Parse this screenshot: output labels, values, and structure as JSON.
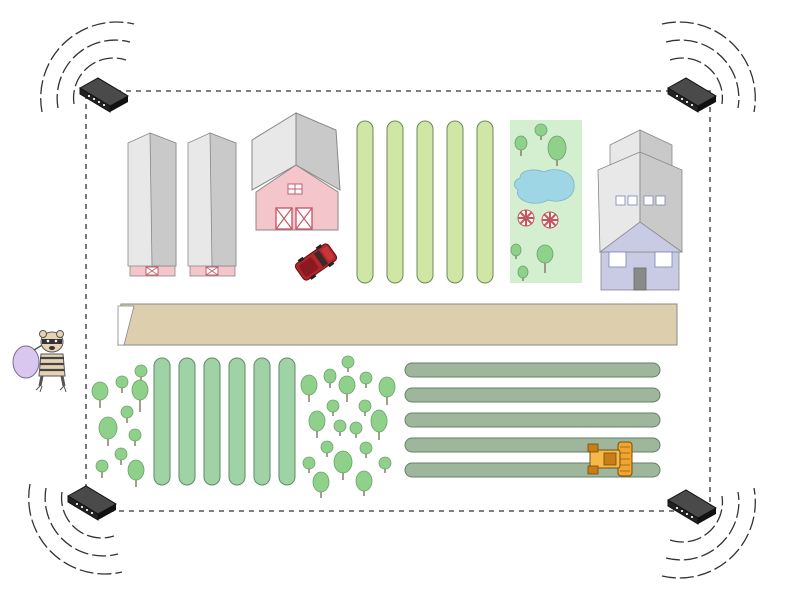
{
  "colors": {
    "background": "#ffffff",
    "fence": "#555555",
    "sensor_body": "#222222",
    "sensor_signal": "#333333",
    "roof_light": "#e8e8e8",
    "roof_dark": "#c9c9c9",
    "barn_wall": "#f4c6cc",
    "barn_door": "#c85a68",
    "crop_light": "#cfe6a5",
    "crop_green": "#9fd3a6",
    "crop_sage": "#9eb79c",
    "tree": "#8fd08a",
    "trunk": "#8a7a6a",
    "pond": "#9fd6e6",
    "park": "#d4efcf",
    "road": "#ddcfae",
    "house_wall": "#c9cbe4",
    "truck": "#b3242b",
    "tractor": "#f0a531",
    "intruder_bag": "#d9c7f0"
  },
  "icons": {
    "sensors": "router-sensor-icon",
    "barn": "barn-icon",
    "silo_shed": "shed-icon",
    "house": "farmhouse-icon",
    "truck": "pickup-truck-icon",
    "tractor": "tractor-icon",
    "intruder": "thief-bear-icon",
    "tree": "tree-icon",
    "pond": "pond-icon",
    "umbrella": "parasol-icon"
  },
  "counts": {
    "sensors": 4,
    "upper_crop_rows": 5,
    "lower_crop_rows": 6,
    "lower_right_rows": 5
  }
}
